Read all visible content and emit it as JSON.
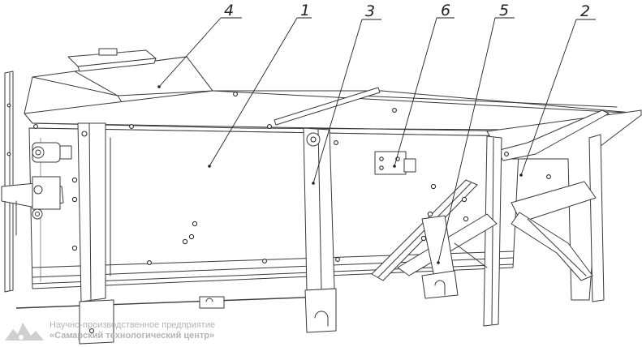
{
  "drawing": {
    "callouts": [
      {
        "label": "4"
      },
      {
        "label": "1"
      },
      {
        "label": "3"
      },
      {
        "label": "6"
      },
      {
        "label": "5"
      },
      {
        "label": "2"
      }
    ]
  },
  "watermark": {
    "line1": "Научно-производственное предприятие",
    "line2": "«Самарский технологический центр»"
  }
}
